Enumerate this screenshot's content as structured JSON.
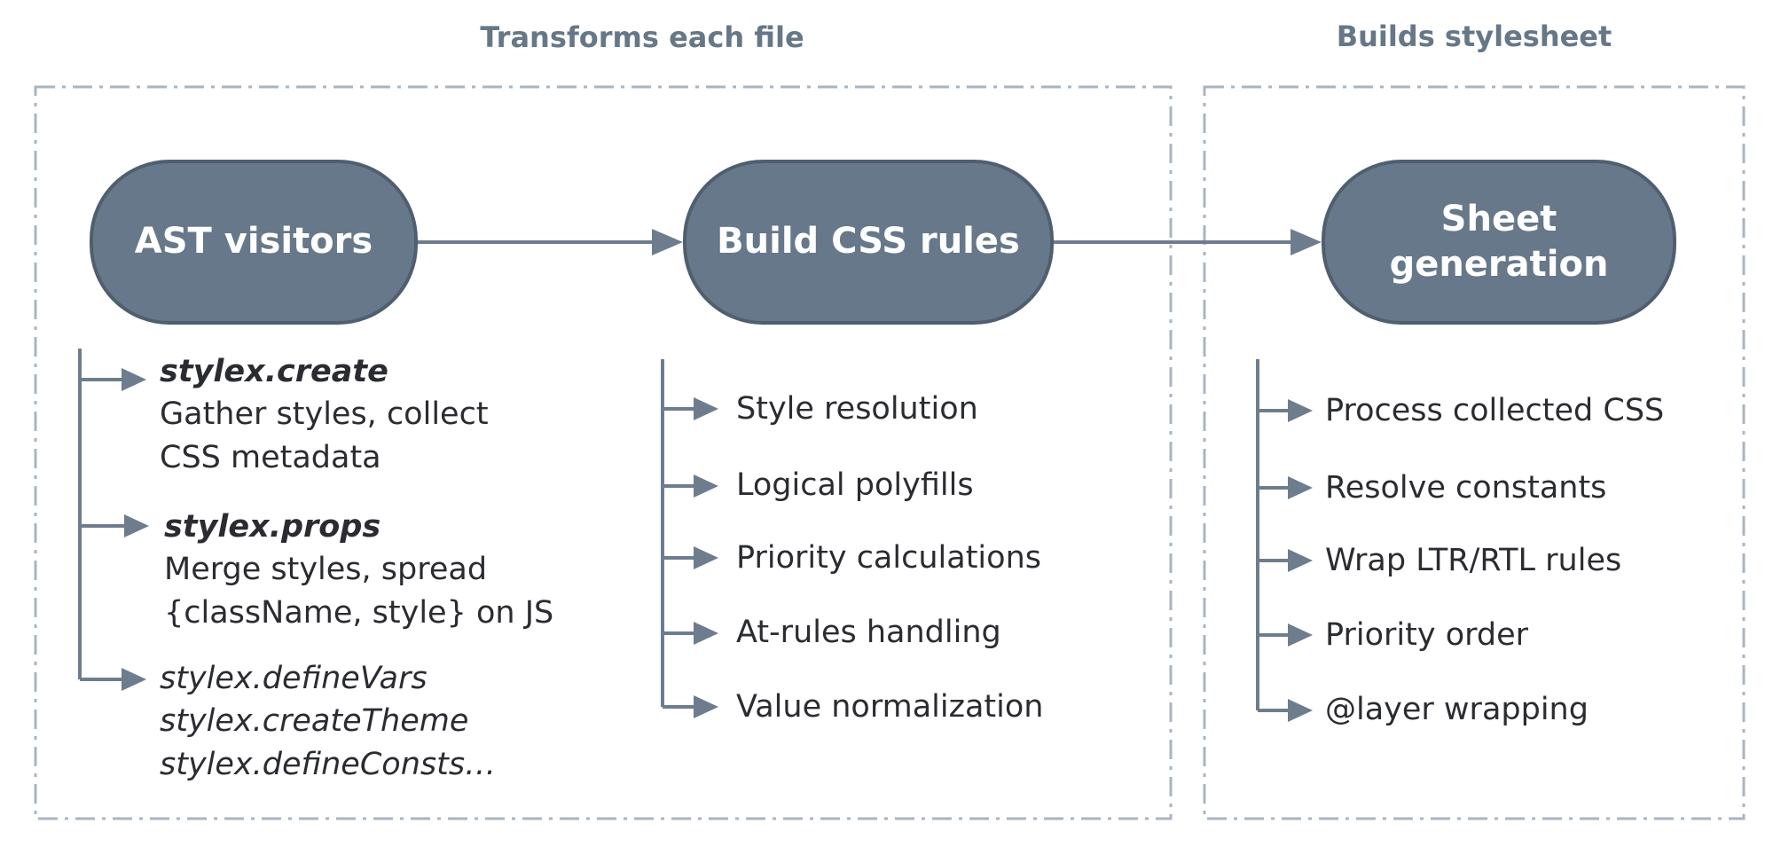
{
  "sections": [
    {
      "title": "Transforms each file"
    },
    {
      "title": "Builds stylesheet"
    }
  ],
  "nodes": [
    {
      "lines": [
        "AST visitors"
      ]
    },
    {
      "lines": [
        "Build CSS rules"
      ]
    },
    {
      "lines": [
        "Sheet",
        "generation"
      ]
    }
  ],
  "ast_visitors": {
    "items": [
      {
        "api": "stylex.create",
        "desc": [
          "Gather styles, collect",
          "CSS metadata"
        ]
      },
      {
        "api": "stylex.props",
        "desc": [
          "Merge styles, spread",
          "{className, style} on JS"
        ]
      },
      {
        "api_lines": [
          "stylex.defineVars",
          "stylex.createTheme",
          "stylex.defineConsts…"
        ]
      }
    ]
  },
  "build_css_rules": {
    "items": [
      "Style resolution",
      "Logical polyfills",
      "Priority calculations",
      "At-rules handling",
      "Value normalization"
    ]
  },
  "sheet_generation": {
    "items": [
      "Process collected CSS",
      "Resolve constants",
      "Wrap LTR/RTL rules",
      "Priority order",
      "@layer wrapping"
    ]
  },
  "colors": {
    "node_fill": "#66788a",
    "node_border": "#4f5f70",
    "connector": "#6d7d8e",
    "frame_dash": "#a9b4c0",
    "section_title": "#667788",
    "text": "#2a2c31"
  },
  "icons": [
    "arrow-right-icon"
  ]
}
